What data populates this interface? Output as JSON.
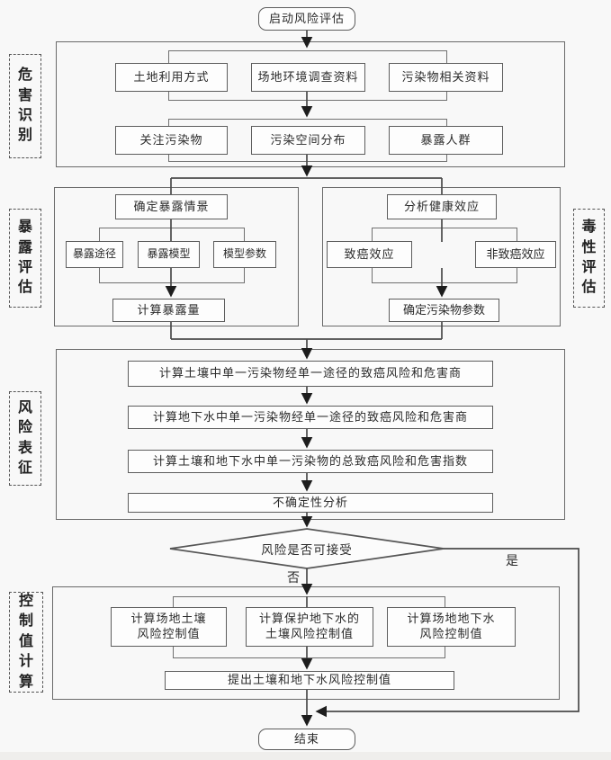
{
  "colors": {
    "background": "#f8f8f8",
    "line": "#4a4a4a",
    "box_border": "#5d5d5d",
    "text": "#2b2b2b",
    "bottom_strip": "#efeeec"
  },
  "flowchart": {
    "start": "启动风险评估",
    "hazard_identification": {
      "side_label": "危害识别",
      "row1": {
        "land_use": "土地利用方式",
        "site_survey": "场地环境调查资料",
        "pollutant_info": "污染物相关资料"
      },
      "row2": {
        "concerned_pollutants": "关注污染物",
        "spatial_distribution": "污染空间分布",
        "exposed_population": "暴露人群"
      }
    },
    "exposure_assessment": {
      "side_label": "暴露评估",
      "scenario": "确定暴露情景",
      "pathway": "暴露途径",
      "model": "暴露模型",
      "parameters": "模型参数",
      "calculate": "计算暴露量"
    },
    "toxicity_assessment": {
      "side_label": "毒性评估",
      "health_effects": "分析健康效应",
      "carcinogenic": "致癌效应",
      "non_carcinogenic": "非致癌效应",
      "pollutant_parameters": "确定污染物参数"
    },
    "risk_characterization": {
      "side_label": "风险表征",
      "step1": "计算土壤中单一污染物经单一途径的致癌风险和危害商",
      "step2": "计算地下水中单一污染物经单一途径的致癌风险和危害商",
      "step3": "计算土壤和地下水中单一污染物的总致癌风险和危害指数",
      "step4": "不确定性分析"
    },
    "decision": {
      "label": "风险是否可接受",
      "no": "否",
      "yes": "是"
    },
    "control_value_calculation": {
      "side_label": "控制值计算",
      "soil_control": "计算场地土壤\n风险控制值",
      "groundwater_protect_control": "计算保护地下水的\n土壤风险控制值",
      "groundwater_control": "计算场地地下水\n风险控制值",
      "propose": "提出土壤和地下水风险控制值"
    },
    "end": "结束"
  }
}
